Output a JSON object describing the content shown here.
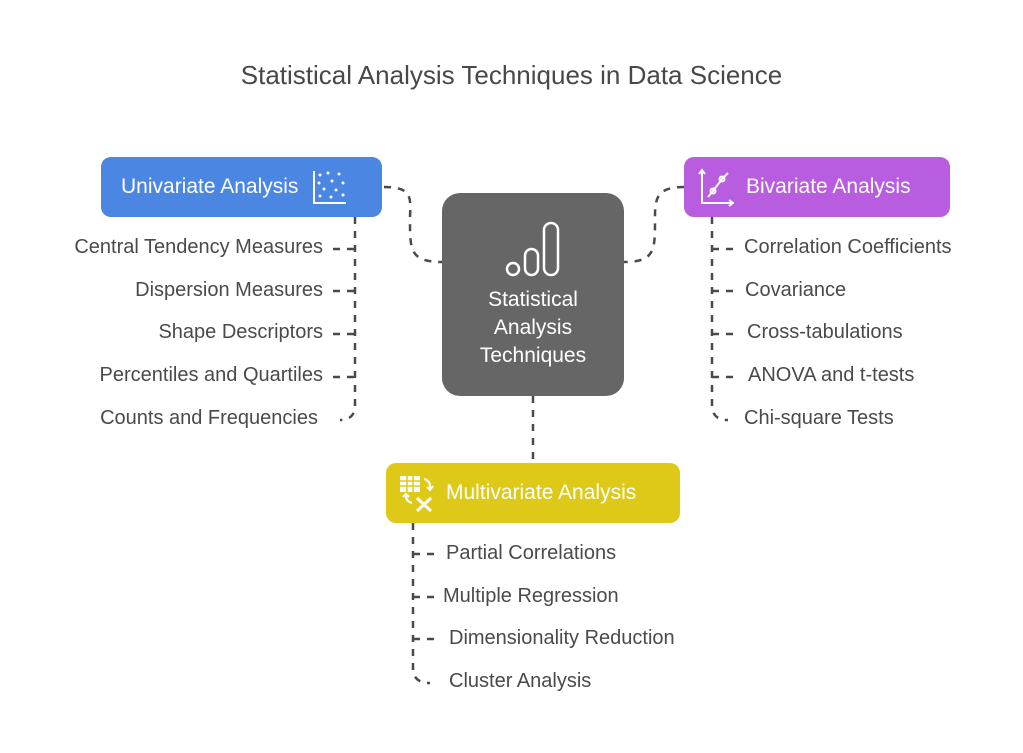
{
  "title": "Statistical Analysis Techniques in Data Science",
  "center": {
    "label_lines": [
      "Statistical",
      "Analysis",
      "Techniques"
    ],
    "icon": "bar-chart-icon"
  },
  "branches": {
    "univariate": {
      "label": "Univariate Analysis",
      "icon": "scatter-plot-icon",
      "color": "#4a86e2",
      "items": [
        "Central Tendency Measures",
        "Dispersion Measures",
        "Shape Descriptors",
        "Percentiles and Quartiles",
        "Counts and Frequencies"
      ]
    },
    "bivariate": {
      "label": "Bivariate Analysis",
      "icon": "line-graph-icon",
      "color": "#b85de0",
      "items": [
        "Correlation Coefficients",
        "Covariance",
        "Cross-tabulations",
        "ANOVA and t-tests",
        "Chi-square Tests"
      ]
    },
    "multivariate": {
      "label": "Multivariate Analysis",
      "icon": "table-transform-icon",
      "color": "#dfc918",
      "items": [
        "Partial Correlations",
        "Multiple Regression",
        "Dimensionality Reduction",
        "Cluster Analysis"
      ]
    }
  }
}
